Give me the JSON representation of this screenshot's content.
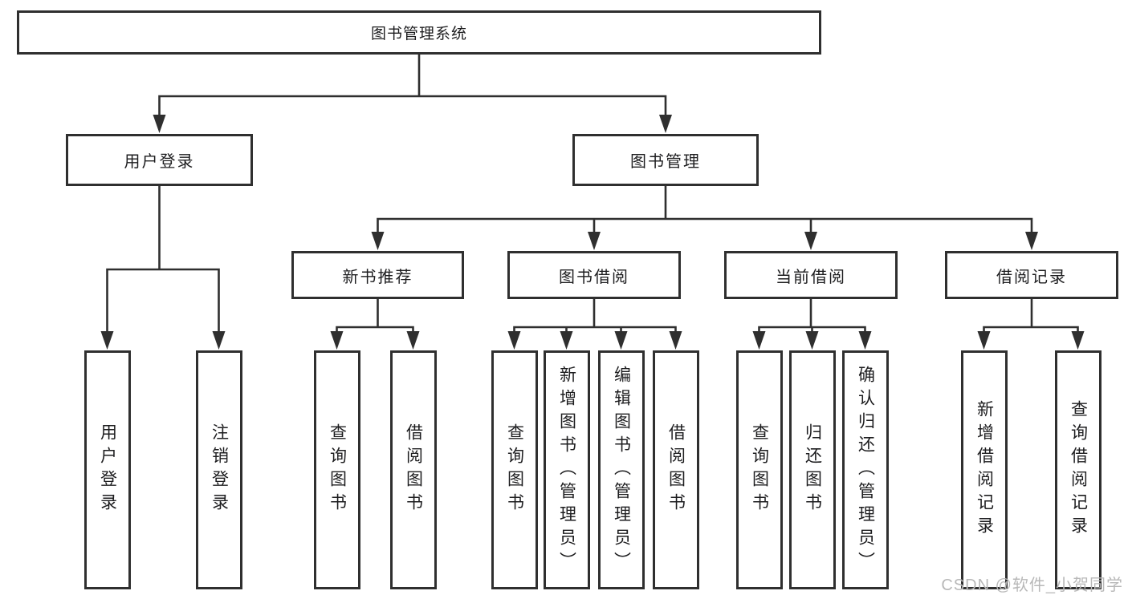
{
  "diagram_type": "hierarchy-tree",
  "colors": {
    "line": "#2f2f2f",
    "text": "#1d1d1f",
    "background": "#ffffff",
    "watermark": "#b8b8b8"
  },
  "watermark": "CSDN @软件_小贺同学",
  "tree": {
    "label": "图书管理系统",
    "children": [
      {
        "label": "用户登录",
        "children": [
          {
            "label": "用户登录"
          },
          {
            "label": "注销登录"
          }
        ]
      },
      {
        "label": "图书管理",
        "children": [
          {
            "label": "新书推荐",
            "children": [
              {
                "label": "查询图书"
              },
              {
                "label": "借阅图书"
              }
            ]
          },
          {
            "label": "图书借阅",
            "children": [
              {
                "label": "查询图书"
              },
              {
                "label": "新增图书（管理员）"
              },
              {
                "label": "编辑图书（管理员）"
              },
              {
                "label": "借阅图书"
              }
            ]
          },
          {
            "label": "当前借阅",
            "children": [
              {
                "label": "查询图书"
              },
              {
                "label": "归还图书"
              },
              {
                "label": "确认归还（管理员）"
              }
            ]
          },
          {
            "label": "借阅记录",
            "children": [
              {
                "label": "新增借阅记录"
              },
              {
                "label": "查询借阅记录"
              }
            ]
          }
        ]
      }
    ]
  }
}
